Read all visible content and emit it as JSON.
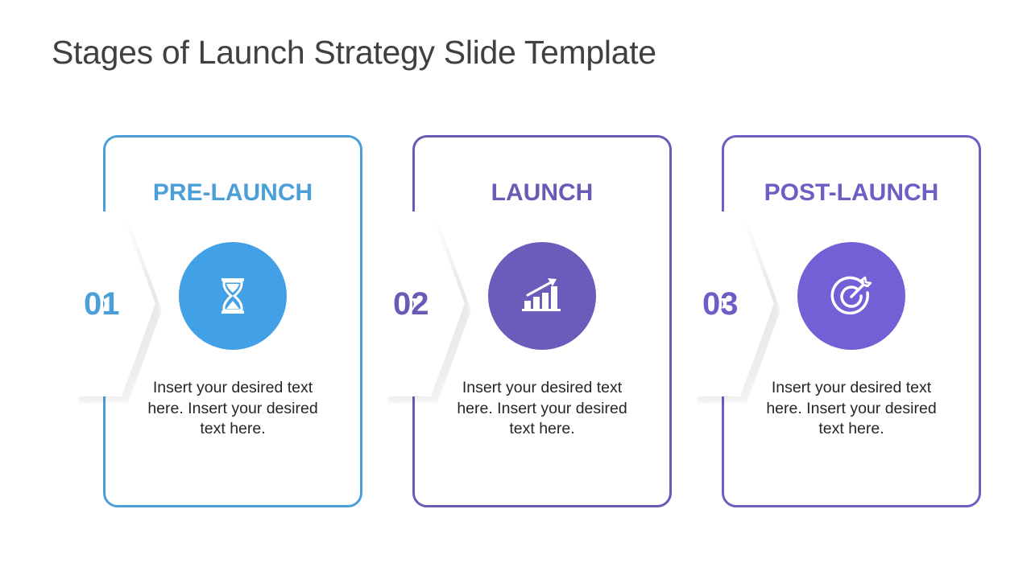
{
  "slide": {
    "title": "Stages of Launch Strategy Slide Template"
  },
  "stages": [
    {
      "number": "01",
      "heading": "PRE-LAUNCH",
      "icon": "hourglass-icon",
      "description": "Insert your desired text here. Insert your desired text here.",
      "border_color": "#4B9FD9",
      "circle_color": "#42A0E6"
    },
    {
      "number": "02",
      "heading": "LAUNCH",
      "icon": "growth-chart-icon",
      "description": "Insert your desired text here. Insert your desired text here.",
      "border_color": "#6A5AB5",
      "circle_color": "#6A5CBA"
    },
    {
      "number": "03",
      "heading": "POST-LAUNCH",
      "icon": "target-icon",
      "description": "Insert your desired text here. Insert your desired text here.",
      "border_color": "#6F5CC4",
      "circle_color": "#735FD6"
    }
  ]
}
